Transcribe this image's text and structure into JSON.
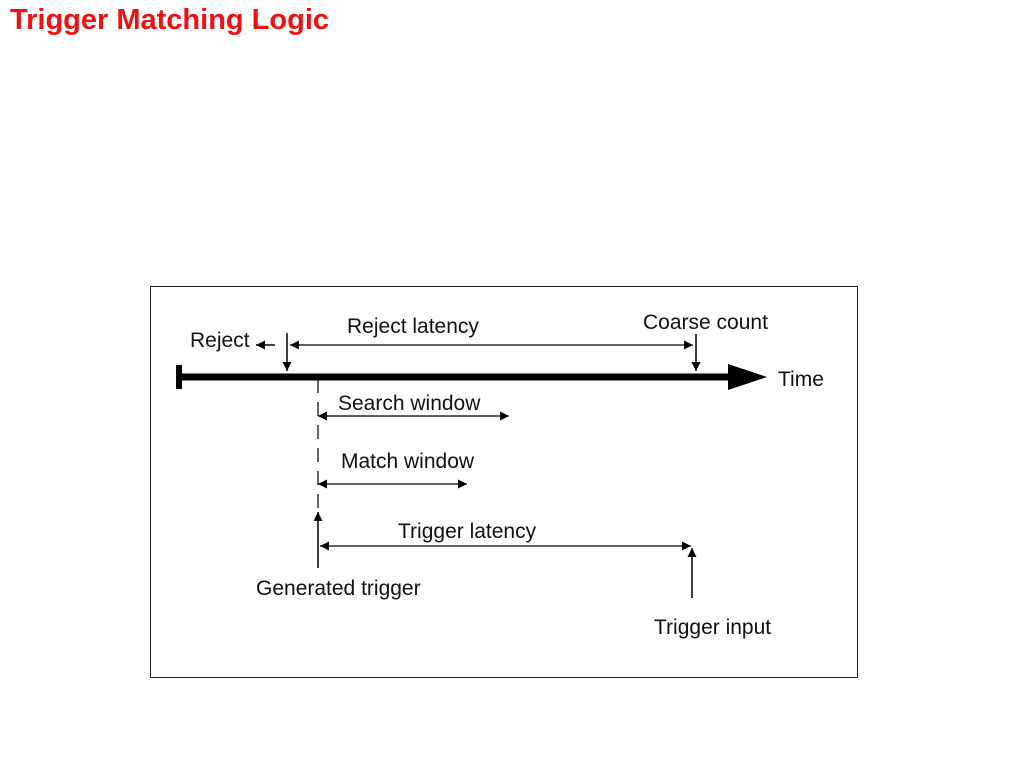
{
  "slide": {
    "title": "Trigger Matching Logic",
    "title_color": "#ee1111"
  },
  "diagram": {
    "labels": {
      "reject": "Reject",
      "reject_latency": "Reject latency",
      "coarse_count": "Coarse count",
      "time": "Time",
      "search_window": "Search window",
      "match_window": "Match window",
      "trigger_latency": "Trigger latency",
      "generated_trigger": "Generated trigger",
      "trigger_input": "Trigger input"
    },
    "line_color": "#000000"
  }
}
